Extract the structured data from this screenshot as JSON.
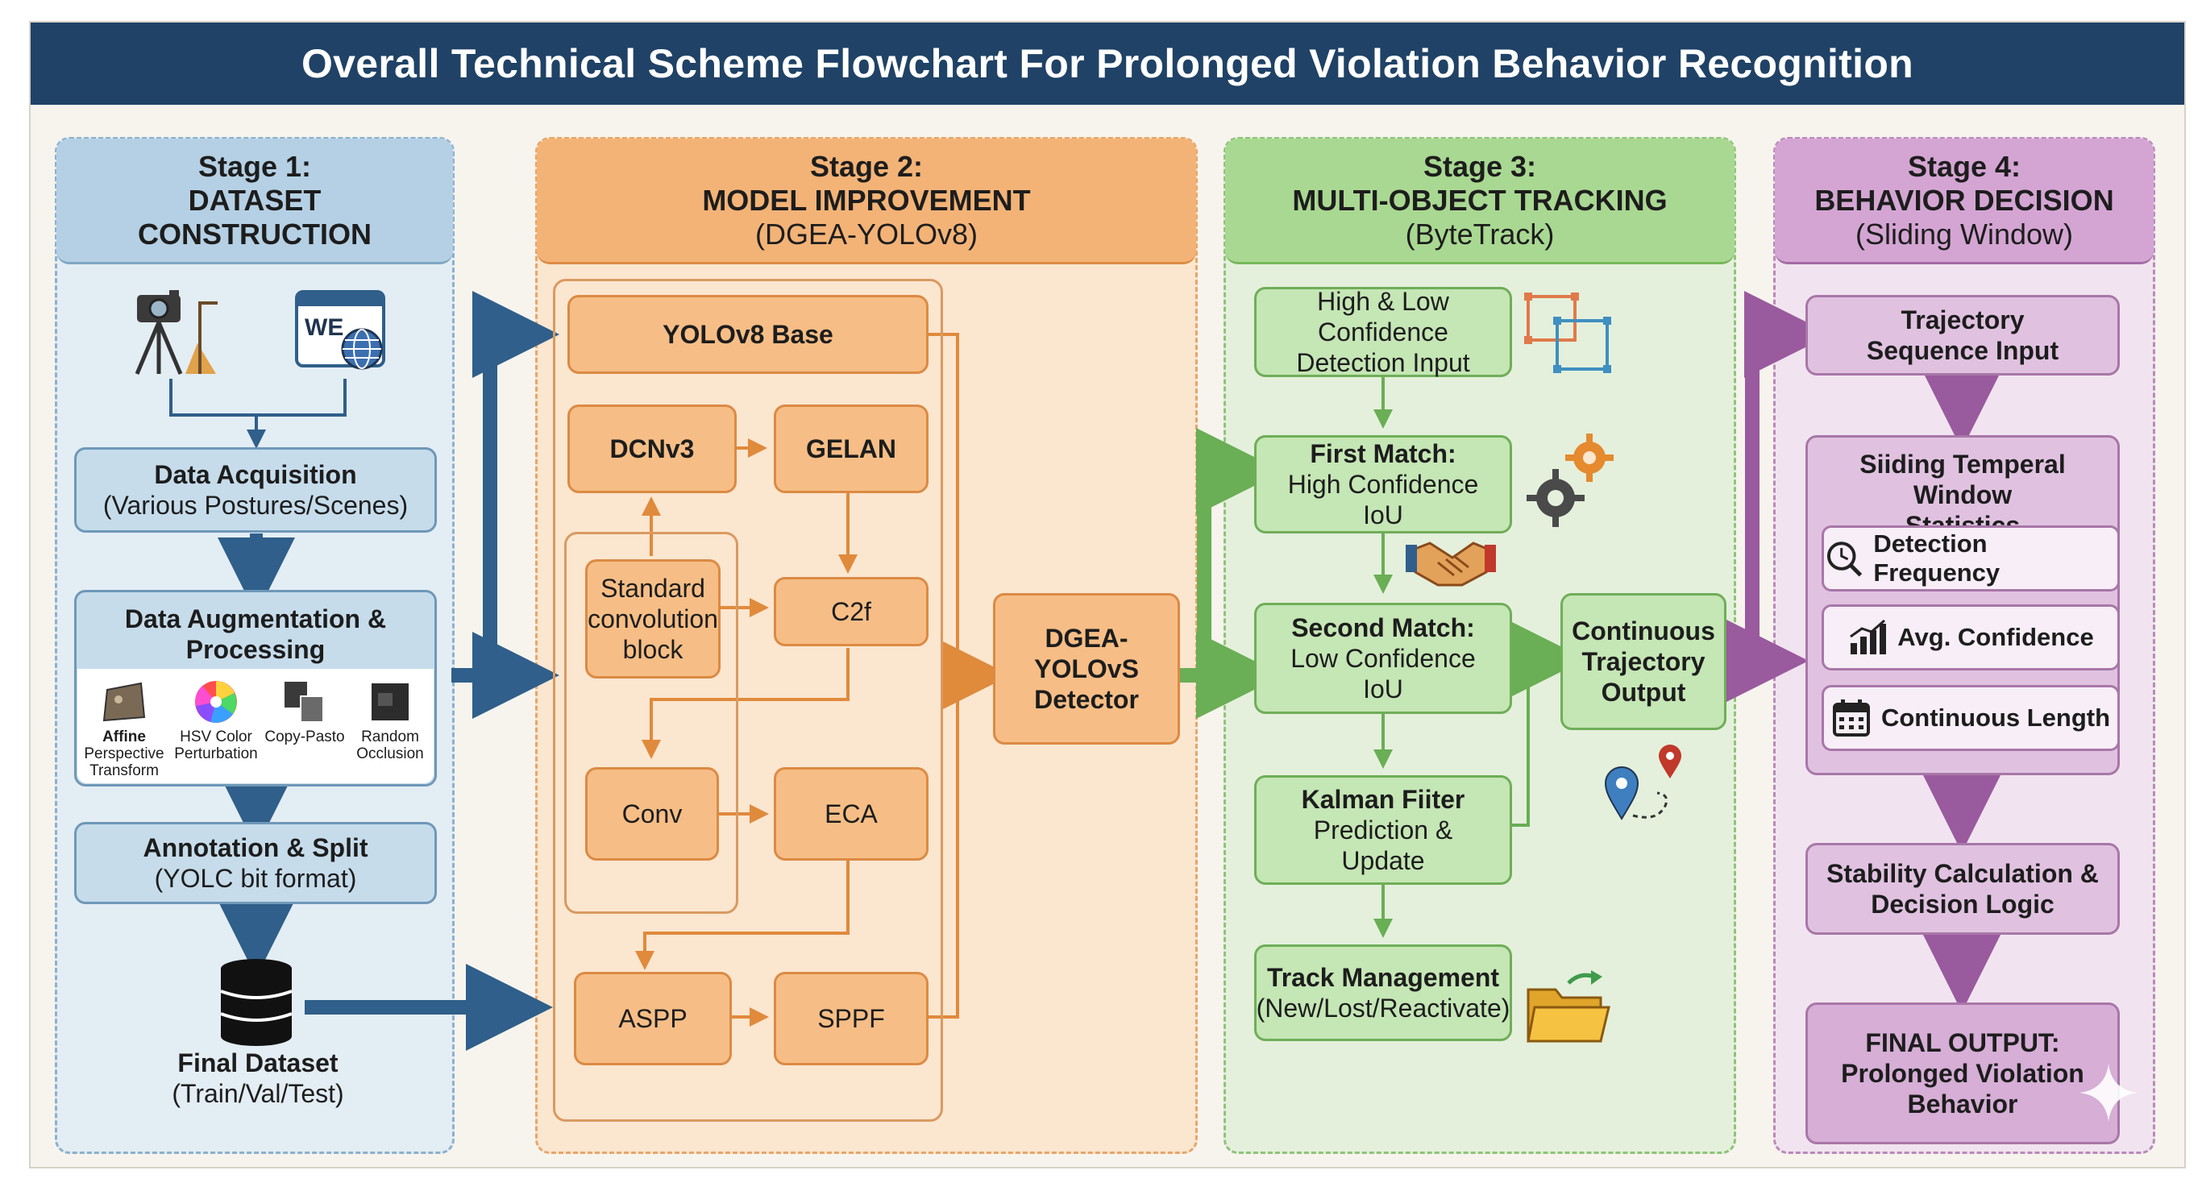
{
  "title": "Overall Technical Scheme Flowchart For Prolonged Violation Behavior Recognition",
  "stages": [
    {
      "line1": "Stage 1:",
      "line2": "DATASET",
      "line3": "CONSTRUCTION"
    },
    {
      "line1": "Stage 2:",
      "line2": "MODEL IMPROVEMENT",
      "line3": "(DGEA-YOLOv8)"
    },
    {
      "line1": "Stage 3:",
      "line2": "MULTI-OBJECT TRACKING",
      "line3": "(ByteTrack)"
    },
    {
      "line1": "Stage 4:",
      "line2": "BEHAVIOR DECISION",
      "line3": "(Sliding Window)"
    }
  ],
  "stage1": {
    "data_acquisition": {
      "title": "Data Acquisition",
      "sub": "(Various Postures/Scenes)"
    },
    "augmentation": {
      "title": "Data Augmentation &",
      "title2": "Processing"
    },
    "aug_items": [
      {
        "line1": "Affine",
        "line2": "Perspective",
        "line3": "Transform"
      },
      {
        "line1": "HSV Color",
        "line2": "Perturbation",
        "line3": ""
      },
      {
        "line1": "Copy-Pasto",
        "line2": "",
        "line3": ""
      },
      {
        "line1": "Random",
        "line2": "Occlusion",
        "line3": ""
      }
    ],
    "annotation": {
      "title": "Annotation & Split",
      "sub": "(YOLC bit format)"
    },
    "final_dataset": {
      "title": "Final Dataset",
      "sub": "(Train/Val/Test)"
    },
    "web_icon_text": "WE"
  },
  "stage2": {
    "yolo_base": "YOLOv8 Base",
    "dcnv3": "DCNv3",
    "gelan": "GELAN",
    "std_conv": {
      "line1": "Standard",
      "line2": "convolution",
      "line3": "block"
    },
    "c2f": "C2f",
    "conv": "Conv",
    "eca": "ECA",
    "aspp": "ASPP",
    "sppf": "SPPF",
    "detector": {
      "line1": "DGEA-YOLOvS",
      "line2": "Detector"
    }
  },
  "stage3": {
    "input": {
      "line1": "High & Low Confidence",
      "line2": "Detection Input"
    },
    "first": {
      "line1": "First Match:",
      "line2": "High Confidence IoU"
    },
    "second": {
      "line1": "Second Match:",
      "line2": "Low Confidence",
      "line3": "IoU"
    },
    "kalman": {
      "line1": "Kalman Fiiter",
      "line2": "Prediction &",
      "line3": "Update"
    },
    "track": {
      "line1": "Track Management",
      "line2": "(New/Lost/Reactivate)"
    },
    "output": {
      "line1": "Continuous",
      "line2": "Trajectory",
      "line3": "Output"
    }
  },
  "stage4": {
    "traj": {
      "line1": "Trajectory",
      "line2": "Sequence Input"
    },
    "window": {
      "line1": "Siiding Temperal Window",
      "line2": "Statistics"
    },
    "stats": [
      "Detection Frequency",
      "Avg. Confidence",
      "Continuous Length"
    ],
    "stability": {
      "line1": "Stability Calculation &",
      "line2": "Decision Logic"
    },
    "final": {
      "line1": "FINAL OUTPUT:",
      "line2": "Prolonged Violation",
      "line3": "Behavior"
    }
  },
  "colors": {
    "title_bar": "#1f4266",
    "stage1": "#b5d0e4",
    "stage2": "#f3b377",
    "stage3": "#a9d892",
    "stage4": "#d4a5d3",
    "arrow_blue": "#2f5f8a",
    "arrow_orange": "#e08a3c",
    "arrow_green": "#6aae55",
    "arrow_purple": "#9a5a9e"
  }
}
